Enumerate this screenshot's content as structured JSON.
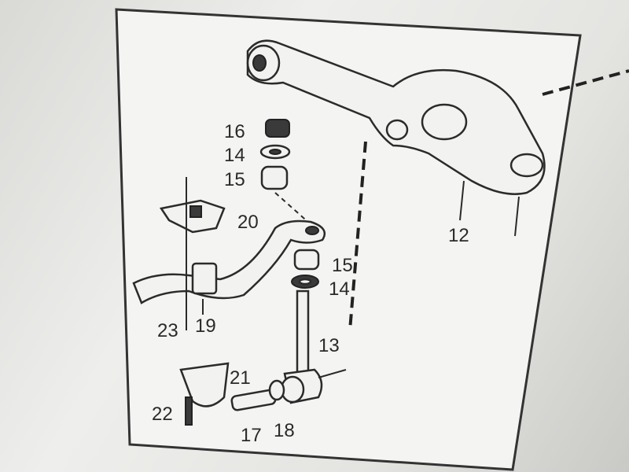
{
  "diagram": {
    "title": "Front suspension stabilizer bar assembly",
    "labels": {
      "p12": "12",
      "p13": "13",
      "p14a": "14",
      "p14b": "14",
      "p15a": "15",
      "p15b": "15",
      "p16": "16",
      "p17": "17",
      "p18": "18",
      "p19": "19",
      "p20": "20",
      "p21": "21",
      "p22": "22",
      "p23": "23"
    }
  }
}
